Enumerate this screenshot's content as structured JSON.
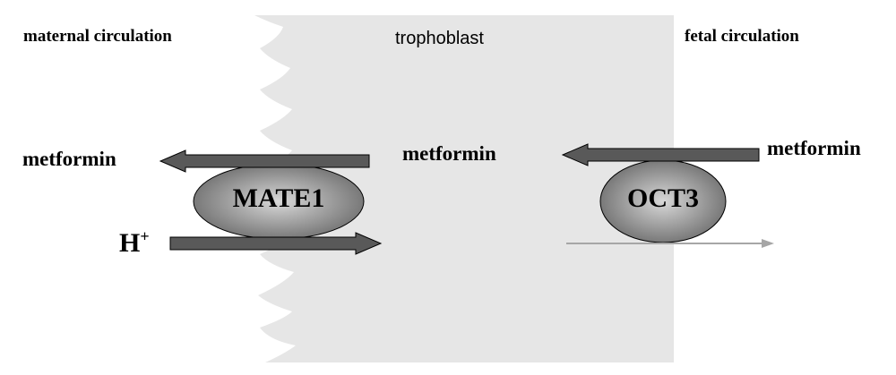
{
  "regions": {
    "maternal": "maternal  circulation",
    "trophoblast": "trophoblast",
    "fetal": "fetal circulation"
  },
  "transporters": {
    "mate1": "MATE1",
    "oct3": "OCT3"
  },
  "substrates": {
    "metformin_maternal": "metformin",
    "metformin_trophoblast": "metformin",
    "metformin_fetal": "metformin",
    "proton": "H",
    "proton_charge": "+"
  },
  "colors": {
    "trophoblast_fill": "#e6e6e6",
    "arrow_fill": "#595959",
    "arrow_stroke": "#000000",
    "faint_arrow": "#a6a6a6",
    "ellipse_light": "#d8d8d8",
    "ellipse_dark": "#6f6f6f"
  }
}
